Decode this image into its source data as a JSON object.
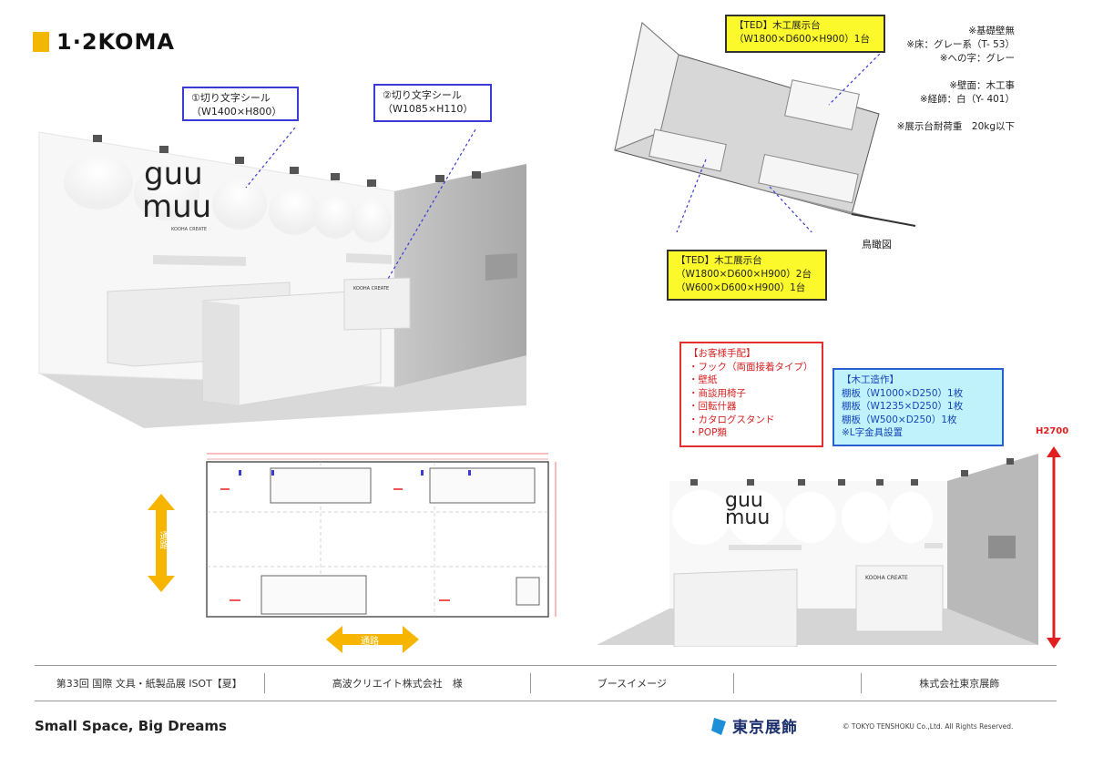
{
  "header": {
    "logo_text": "1·2KOMA"
  },
  "callouts": {
    "sticker1": {
      "line1": "①切り文字シール",
      "line2": "（W1400×H800）"
    },
    "sticker2": {
      "line1": "②切り文字シール",
      "line2": "（W1085×H110）"
    },
    "ted_top": {
      "line1": "【TED】木工展示台",
      "line2": "（W1800×D600×H900）1台"
    },
    "ted_bottom": {
      "line1": "【TED】木工展示台",
      "line2": "（W1800×D600×H900）2台",
      "line3": "（W600×D600×H900）1台"
    }
  },
  "notes": [
    "※基礎壁無",
    "※床：グレー系（T- 53）",
    "※への字：グレー",
    "",
    "※壁面：木工事",
    "※経師：白（Y- 401）",
    "",
    "※展示台耐荷重　20kg以下"
  ],
  "birdseye_caption": "鳥瞰図",
  "customer_arrange": {
    "title": "【お客様手配】",
    "items": [
      "・フック（両面接着タイプ）",
      "・壁紙",
      "・商談用椅子",
      "・回転什器",
      "・カタログスタンド",
      "・POP類"
    ]
  },
  "woodwork": {
    "title": "【木工造作】",
    "items": [
      "棚板（W1000×D250）1枚",
      "棚板（W1235×D250）1枚",
      "棚板（W500×D250）1枚",
      "※L字金具設置"
    ]
  },
  "booth": {
    "brand_line1": "guu",
    "brand_line2": "muu",
    "brand_sub": "KOOHA CREATE",
    "counter_label": "KOOHA CREATE"
  },
  "height_label": "H2700",
  "aisle_label": "通路",
  "info_row": [
    "第33回 国際 文具・紙製品展 ISOT【夏】",
    "高波クリエイト株式会社　様",
    "ブースイメージ",
    "",
    "株式会社東京展飾"
  ],
  "footer": {
    "tagline": "Small Space, Big Dreams",
    "brand": "東京展飾",
    "copyright": "© TOKYO TENSHOKU Co.,Ltd. All Rights Reserved."
  },
  "colors": {
    "accent": "#f2b705",
    "callout_blue": "#3a3ad6",
    "highlight_yellow": "#fbf92b",
    "warning_red": "#e23030",
    "info_cyan": "#bff2fb",
    "arrow_orange": "#f7b500",
    "height_red": "#e02020"
  }
}
